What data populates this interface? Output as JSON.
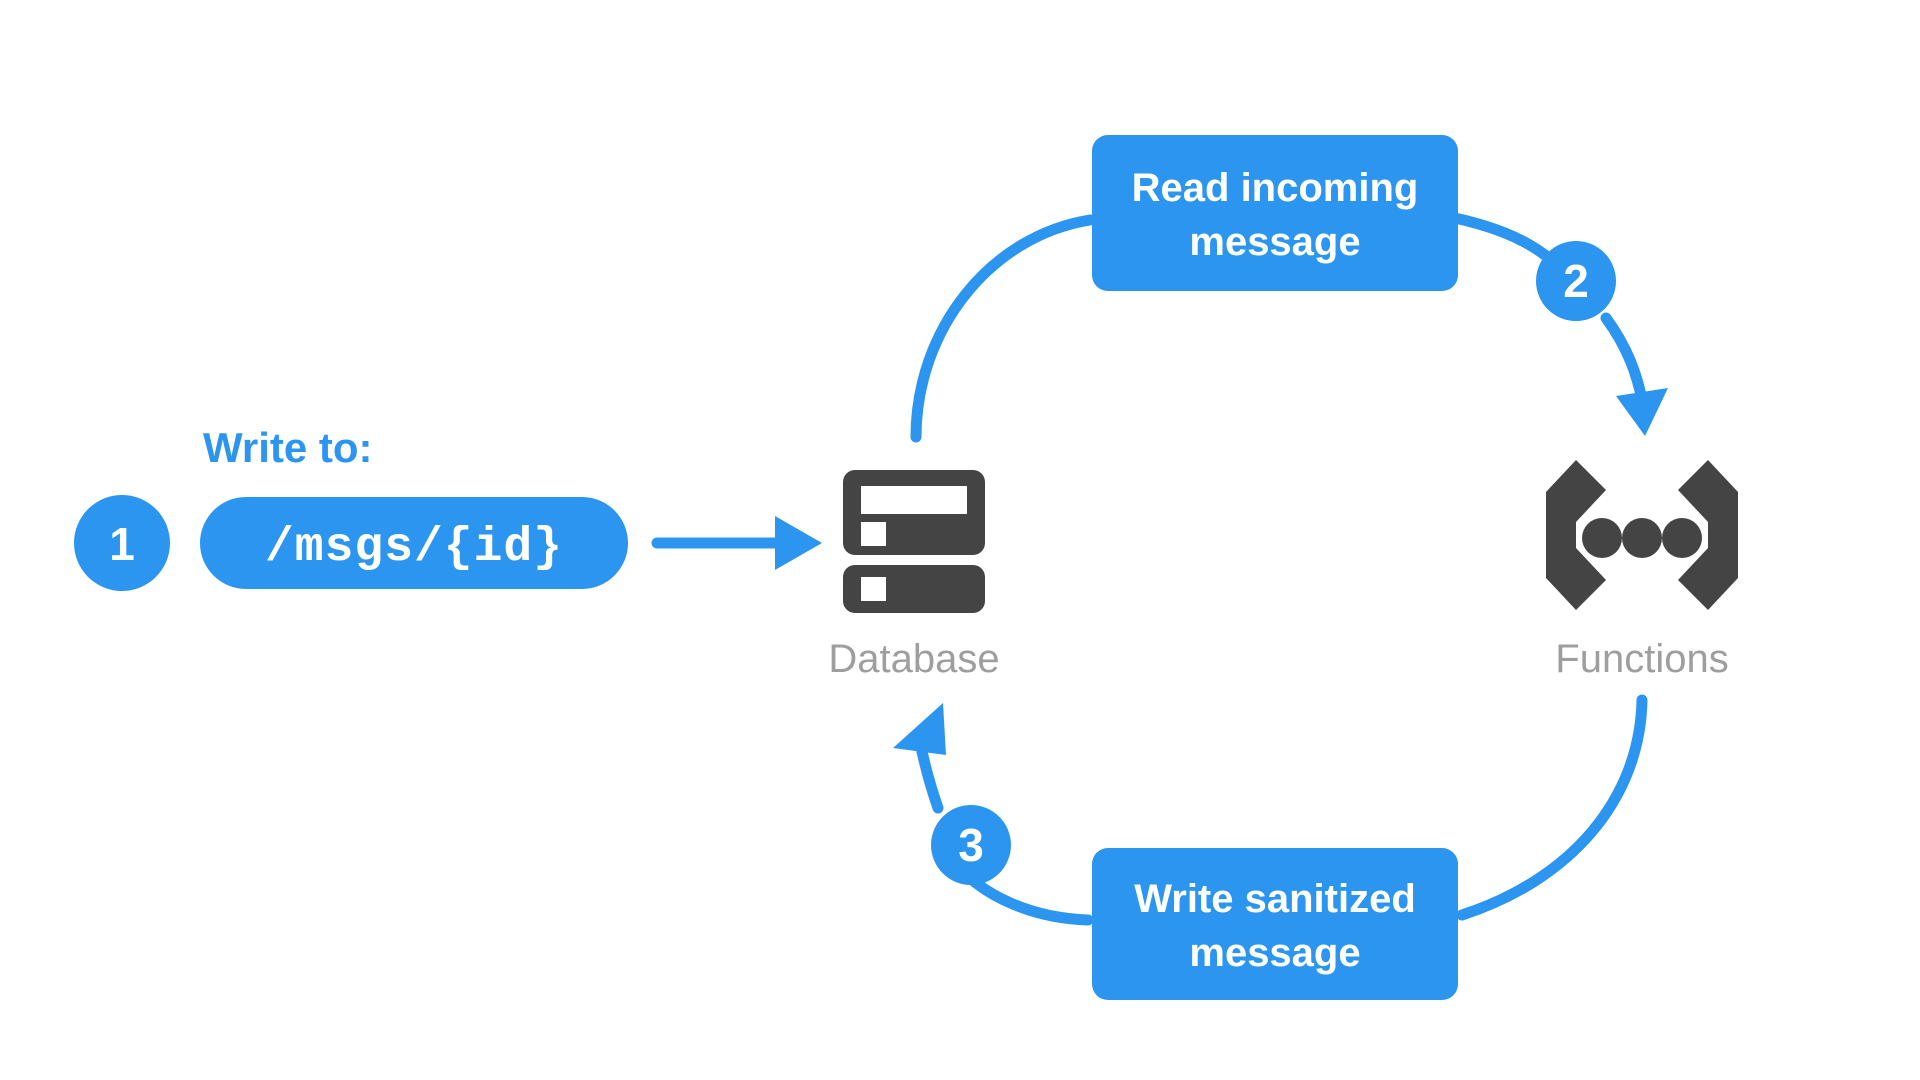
{
  "diagram": {
    "title": "Firebase Database and Functions message sanitization flow",
    "background_color": "#ffffff",
    "accent_color": "#2b95ef",
    "node_icon_color": "#444444",
    "node_label_color": "#9e9e9e",
    "text_on_accent_color": "#ffffff"
  },
  "labels": {
    "write_to": "Write to:"
  },
  "pill": {
    "path_value": "/msgs/{id}"
  },
  "steps": [
    {
      "number": "1",
      "name": "write-to-database"
    },
    {
      "number": "2",
      "name": "read-incoming-message"
    },
    {
      "number": "3",
      "name": "write-sanitized-message"
    }
  ],
  "boxes": [
    {
      "id": "read-incoming-message",
      "line1": "Read incoming",
      "line2": "message"
    },
    {
      "id": "write-sanitized-message",
      "line1": "Write sanitized",
      "line2": "message"
    }
  ],
  "nodes": [
    {
      "id": "database",
      "label": "Database",
      "icon": "database-icon"
    },
    {
      "id": "functions",
      "label": "Functions",
      "icon": "functions-brackets-icon"
    }
  ],
  "connectors": [
    {
      "id": "pill-to-database",
      "type": "straight-arrow",
      "from": "pill",
      "to": "database"
    },
    {
      "id": "database-to-read-box",
      "type": "curve",
      "from": "database",
      "to": "read-incoming-message"
    },
    {
      "id": "read-box-to-functions",
      "type": "curve-arrow",
      "from": "read-incoming-message",
      "to": "functions"
    },
    {
      "id": "functions-to-write-box",
      "type": "curve",
      "from": "functions",
      "to": "write-sanitized-message"
    },
    {
      "id": "write-box-to-database",
      "type": "curve-arrow",
      "from": "write-sanitized-message",
      "to": "database"
    }
  ]
}
